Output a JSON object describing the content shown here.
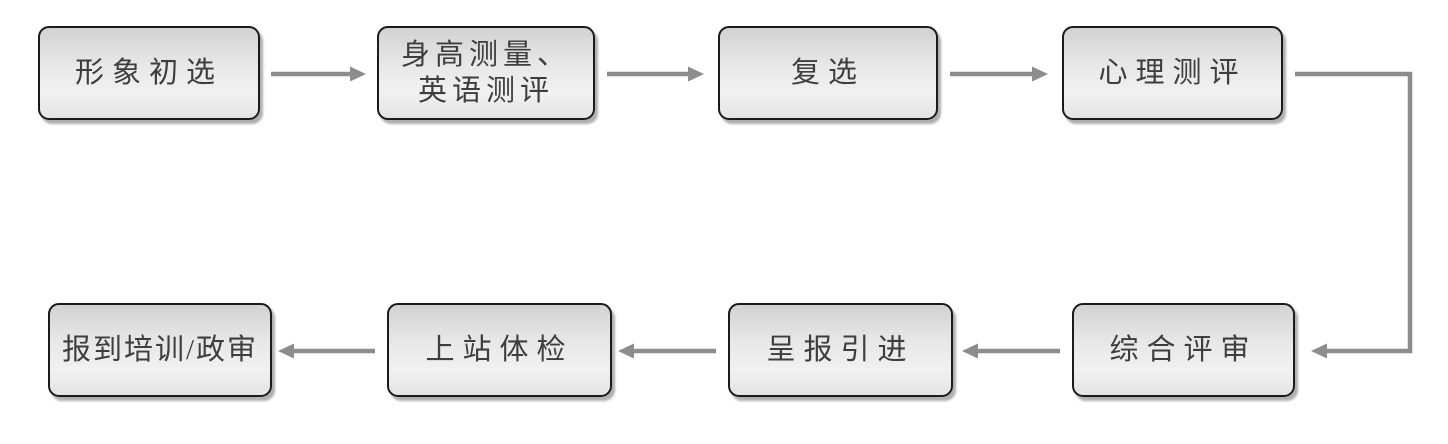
{
  "diagram": {
    "type": "flowchart",
    "title": "",
    "background_color": "#ffffff",
    "arrow_color": "#8c8c8c",
    "box_style": {
      "fill_top": "#d2d2d2",
      "fill_bottom": "#e4e4e4",
      "border_color": "#1b1b1b",
      "text_color": "#3e3e3e"
    },
    "nodes": [
      {
        "id": "step-1",
        "label": "形象初选",
        "row": 1
      },
      {
        "id": "step-2",
        "label": "身高测量、\n英语测评",
        "row": 1
      },
      {
        "id": "step-3",
        "label": "复选",
        "row": 1
      },
      {
        "id": "step-4",
        "label": "心理测评",
        "row": 1
      },
      {
        "id": "step-5",
        "label": "综合评审",
        "row": 2
      },
      {
        "id": "step-6",
        "label": "呈报引进",
        "row": 2
      },
      {
        "id": "step-7",
        "label": "上站体检",
        "row": 2
      },
      {
        "id": "step-8",
        "label": "报到培训/政审",
        "row": 2
      }
    ],
    "edges": [
      {
        "from": "step-1",
        "to": "step-2",
        "shape": "straight-right"
      },
      {
        "from": "step-2",
        "to": "step-3",
        "shape": "straight-right"
      },
      {
        "from": "step-3",
        "to": "step-4",
        "shape": "straight-right"
      },
      {
        "from": "step-4",
        "to": "step-5",
        "shape": "elbow-right-down-left"
      },
      {
        "from": "step-5",
        "to": "step-6",
        "shape": "straight-left"
      },
      {
        "from": "step-6",
        "to": "step-7",
        "shape": "straight-left"
      },
      {
        "from": "step-7",
        "to": "step-8",
        "shape": "straight-left"
      }
    ]
  }
}
